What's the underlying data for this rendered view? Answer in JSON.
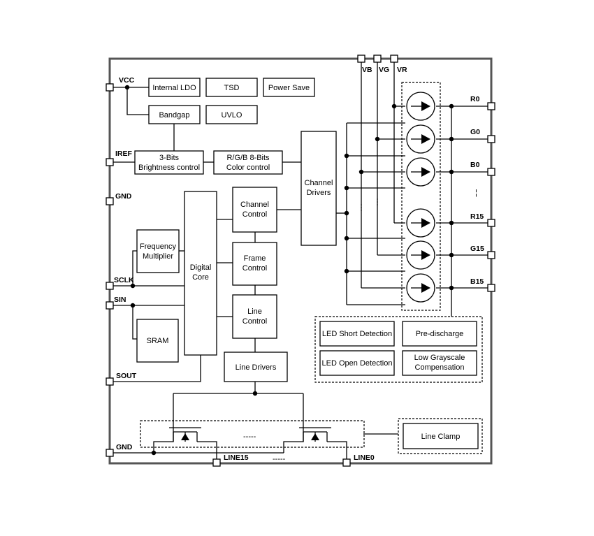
{
  "pins": {
    "vcc": "VCC",
    "iref": "IREF",
    "gnd_left": "GND",
    "sclk": "SCLK",
    "sin": "SIN",
    "sout": "SOUT",
    "gnd_bottom": "GND",
    "line15": "LINE15",
    "line0": "LINE0",
    "vb": "VB",
    "vg": "VG",
    "vr": "VR",
    "r0": "R0",
    "g0": "G0",
    "b0": "B0",
    "r15": "R15",
    "g15": "G15",
    "b15": "B15"
  },
  "blocks": {
    "internal_ldo": "Internal LDO",
    "tsd": "TSD",
    "power_save": "Power Save",
    "bandgap": "Bandgap",
    "uvlo": "UVLO",
    "brightness": [
      "3-Bits",
      "Brightness control"
    ],
    "color": [
      "R/G/B 8-Bits",
      "Color control"
    ],
    "channel_drivers": [
      "Channel",
      "Drivers"
    ],
    "channel_control": [
      "Channel",
      "Control"
    ],
    "frequency_multiplier": [
      "Frequency",
      "Multiplier"
    ],
    "digital_core": [
      "Digital",
      "Core"
    ],
    "frame_control": [
      "Frame",
      "Control"
    ],
    "line_control": [
      "Line",
      "Control"
    ],
    "sram": "SRAM",
    "line_drivers": "Line Drivers",
    "led_short": "LED Short Detection",
    "pre_discharge": "Pre-discharge",
    "led_open": "LED Open Detection",
    "low_grayscale": [
      "Low Grayscale",
      "Compensation"
    ],
    "line_clamp": "Line Clamp"
  },
  "ellipses": {
    "mosfet_gap": "-----",
    "line_pins_gap": "-----",
    "channel_gap": "¦"
  }
}
